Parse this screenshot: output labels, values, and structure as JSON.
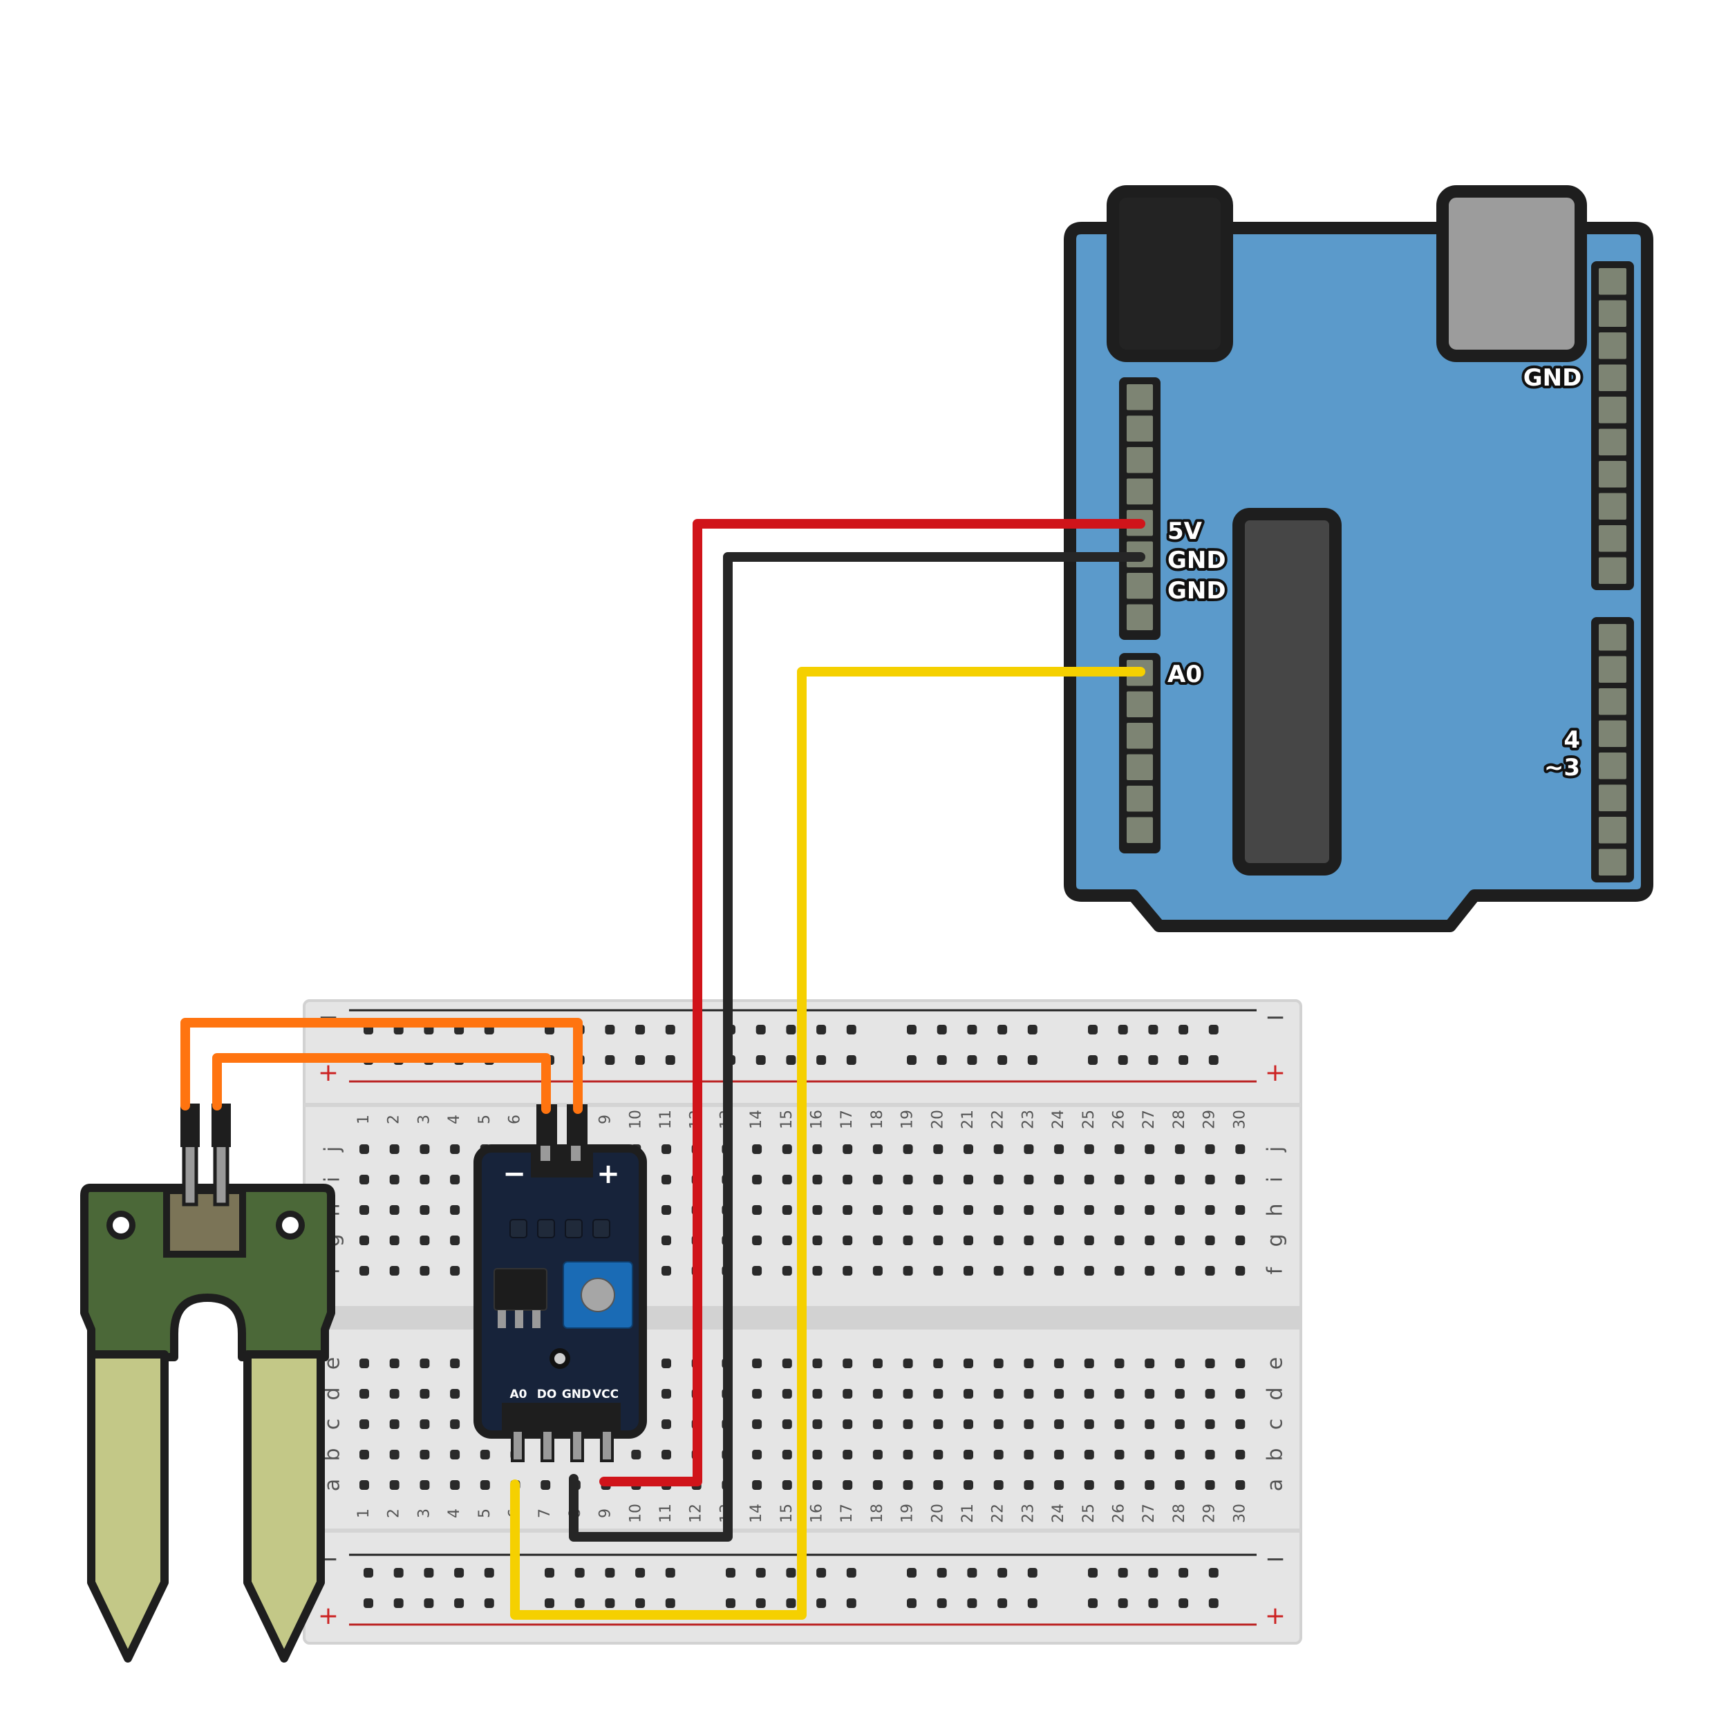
{
  "colors": {
    "wire_red": "#d0141a",
    "wire_black": "#262626",
    "wire_yellow": "#f5d000",
    "wire_orange": "#ff7410",
    "arduino_board": "#5b9acb",
    "module_board": "#17233a",
    "potentiometer": "#1a6bb5",
    "probe_pcb": "#4b6838",
    "probe_prong": "#c3c887",
    "breadboard": "#e5e5e5"
  },
  "arduino": {
    "labels": {
      "gnd_top": "GND",
      "five_v": "5V",
      "gnd_1": "GND",
      "gnd_2": "GND",
      "a0": "A0",
      "d4": "4",
      "d3": "~3"
    }
  },
  "module": {
    "minus": "−",
    "plus": "+",
    "pins": [
      "A0",
      "DO",
      "GND",
      "VCC"
    ]
  },
  "breadboard": {
    "rail_minus": "−",
    "rail_plus": "+",
    "column_numbers": [
      "1",
      "2",
      "3",
      "4",
      "5",
      "6",
      "7",
      "8",
      "9",
      "10",
      "11",
      "12",
      "13",
      "14",
      "15",
      "16",
      "17",
      "18",
      "19",
      "20",
      "21",
      "22",
      "23",
      "24",
      "25",
      "26",
      "27",
      "28",
      "29",
      "30"
    ],
    "top_rows": [
      "j",
      "i",
      "h",
      "g",
      "f"
    ],
    "bottom_rows": [
      "e",
      "d",
      "c",
      "b",
      "a"
    ]
  }
}
